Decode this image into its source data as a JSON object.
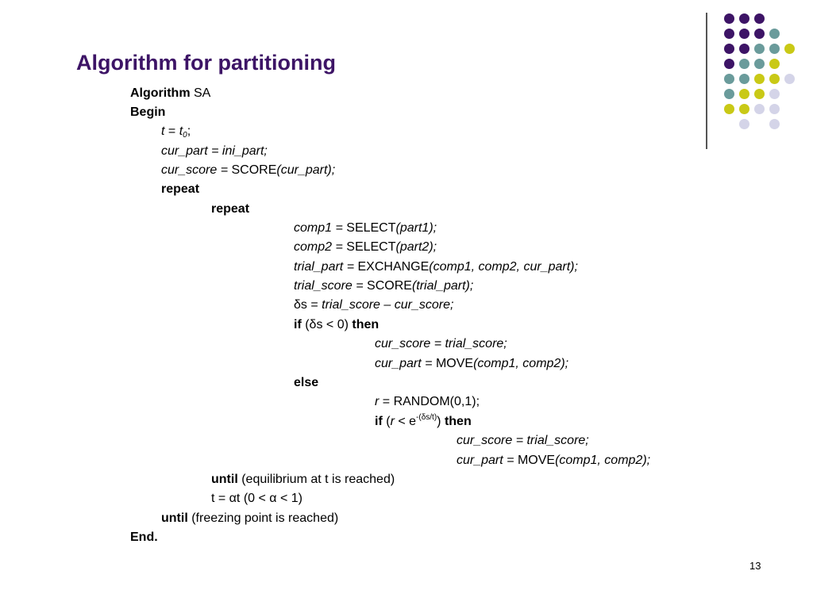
{
  "slide": {
    "title": "Algorithm for partitioning",
    "page_number": "13",
    "colors": {
      "title": "#3d1466",
      "dot_purple": "#3d1466",
      "dot_teal": "#6a9b9b",
      "dot_yellow": "#c9c916",
      "dot_lavender": "#d4d4e8"
    }
  },
  "code": {
    "l1_kw": "Algorithm",
    "l1_name": " SA",
    "l2": "Begin",
    "l3_t": "t",
    "l3_eq": " = ",
    "l3_t0": "t",
    "l3_sub": "0",
    "l3_end": ";",
    "l4": "cur_part = ini_part;",
    "l5_a": "cur_score = ",
    "l5_fn": "SCORE",
    "l5_b": "(cur_part);",
    "l6": "repeat",
    "l7": "repeat",
    "l8_a": "comp1 = ",
    "l8_fn": "SELECT",
    "l8_b": "(part1);",
    "l9_a": "comp2 = ",
    "l9_fn": "SELECT",
    "l9_b": "(part2);",
    "l10_a": "trial_part = ",
    "l10_fn": "EXCHANGE",
    "l10_b": "(comp1, comp2, cur_part);",
    "l11_a": "trial_score = ",
    "l11_fn": "SCORE",
    "l11_b": "(trial_part);",
    "l12_a": "δs = ",
    "l12_b": "trial_score – cur_score;",
    "l13_if": "if",
    "l13_cond": " (δs < 0) ",
    "l13_then": "then",
    "l14": "cur_score = trial_score;",
    "l15_a": "cur_part = ",
    "l15_fn": "MOVE",
    "l15_b": "(comp1, comp2);",
    "l16": "else",
    "l17_r": "r",
    "l17_b": " = RANDOM(0,1);",
    "l18_if": "if",
    "l18_p1": " (",
    "l18_r": "r",
    "l18_lt": " < e",
    "l18_sup": "-(δs/t)",
    "l18_p2": ") ",
    "l18_then": "then",
    "l19": "cur_score = trial_score;",
    "l20_a": "cur_part = ",
    "l20_fn": "MOVE",
    "l20_b": "(comp1, comp2);",
    "l21_kw": "until",
    "l21_txt": " (equilibrium at t is reached)",
    "l22": "t = αt (0 < α < 1)",
    "l23_kw": "until",
    "l23_txt": " (freezing point is reached)",
    "l24": "End."
  }
}
